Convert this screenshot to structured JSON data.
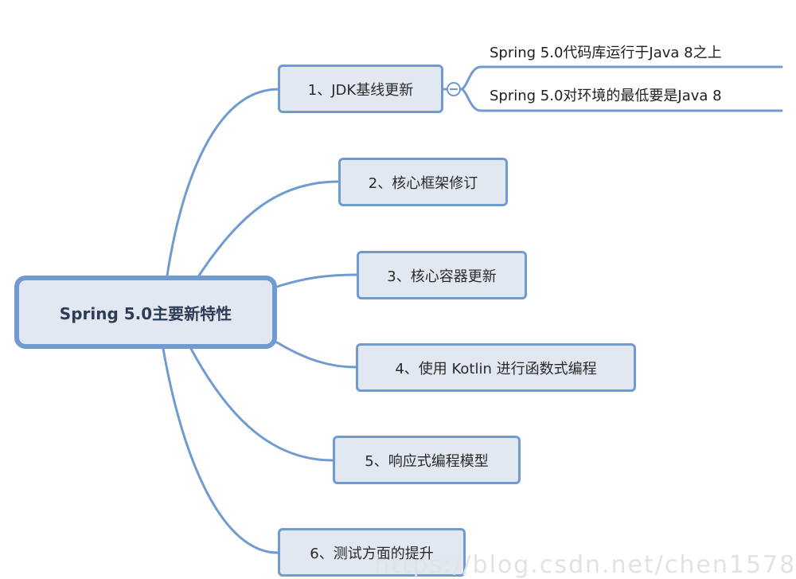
{
  "mindmap": {
    "root": "Spring 5.0主要新特性",
    "branches": [
      {
        "label": "1、JDK基线更新",
        "children": [
          "Spring 5.0代码库运行于Java 8之上",
          "Spring 5.0对环境的最低要是Java 8"
        ]
      },
      {
        "label": "2、核心框架修订"
      },
      {
        "label": "3、核心容器更新"
      },
      {
        "label": "4、使用 Kotlin 进行函数式编程"
      },
      {
        "label": "5、响应式编程模型"
      },
      {
        "label": "6、测试方面的提升"
      }
    ],
    "watermark": "https://blog.csdn.net/chen1578"
  },
  "colors": {
    "line": "#6f9bd1",
    "node_fill": "#e1e8f2",
    "node_border": "#6f9bd1"
  }
}
